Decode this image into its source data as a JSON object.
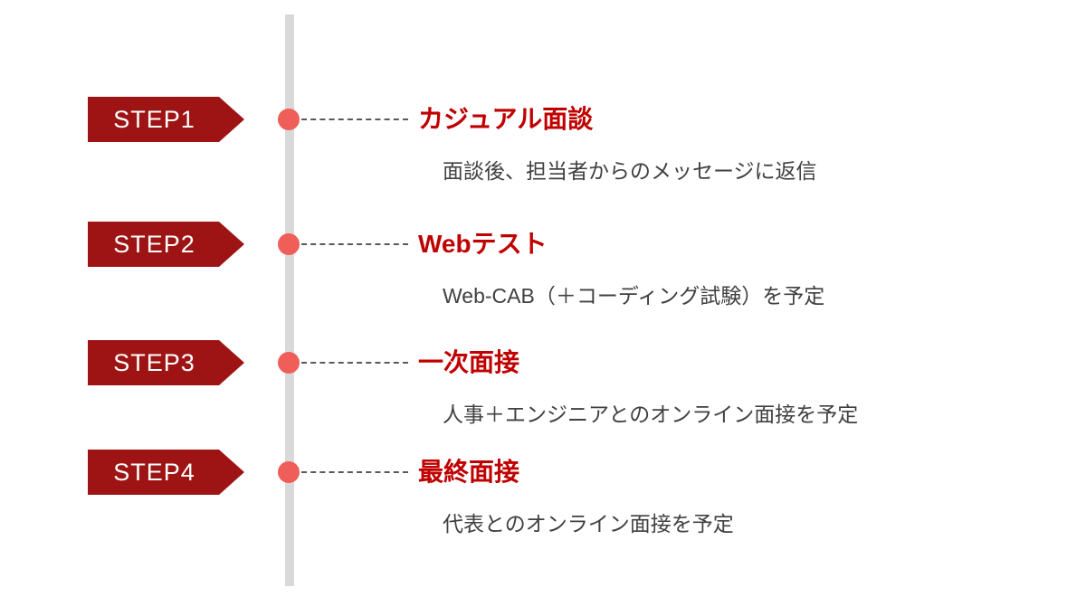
{
  "page": {
    "background": "#FFFFFF"
  },
  "colors": {
    "page_bg": "#FFFFFF",
    "badge_red": "#9E1414",
    "badge_text": "#FFFFFF",
    "title_red": "#C00000",
    "dot_salmon": "#EF5E58",
    "line_gray": "#D9D9D9",
    "dash_gray": "#595959",
    "subtitle_gray": "#404040"
  },
  "steps": [
    {
      "badge": "STEP1",
      "title": "カジュアル面談",
      "description": "面談後、担当者からのメッセージに返信"
    },
    {
      "badge": "STEP2",
      "title": "Webテスト",
      "description": "Web-CAB（＋コーディング試験）を予定"
    },
    {
      "badge": "STEP3",
      "title": "一次面接",
      "description": "人事＋エンジニアとのオンライン面接を予定"
    },
    {
      "badge": "STEP4",
      "title": "最終面接",
      "description": "代表とのオンライン面接を予定"
    }
  ]
}
